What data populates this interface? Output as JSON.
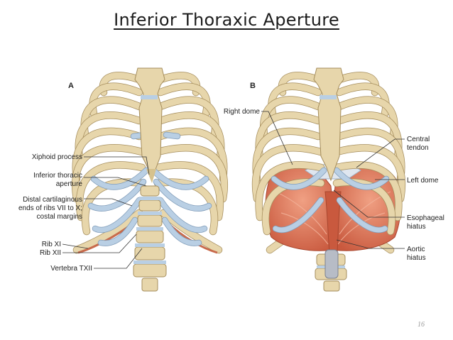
{
  "slide": {
    "title": "Inferior Thoraxic Aperture",
    "page_number": "16"
  },
  "figure": {
    "panels": [
      "A",
      "B"
    ],
    "labels_a": {
      "xiphoid": "Xiphoid process",
      "aperture_1": "Inferior thoracic",
      "aperture_2": "aperture",
      "distal_1": "Distal cartilaginous",
      "distal_2": "ends of ribs VII to X;",
      "distal_3": "costal margins",
      "rib11": "Rib XI",
      "rib12": "Rib XII",
      "vertebra": "Vertebra TXII"
    },
    "labels_b": {
      "right_dome": "Right dome",
      "central_1": "Central",
      "central_2": "tendon",
      "left_dome": "Left dome",
      "esophageal_1": "Esophageal",
      "esophageal_2": "hiatus",
      "aortic_1": "Aortic",
      "aortic_2": "hiatus"
    },
    "colors": {
      "bone": "#e7d6ab",
      "cartilage": "#b9cfe4",
      "muscle": "#d9755a"
    }
  }
}
